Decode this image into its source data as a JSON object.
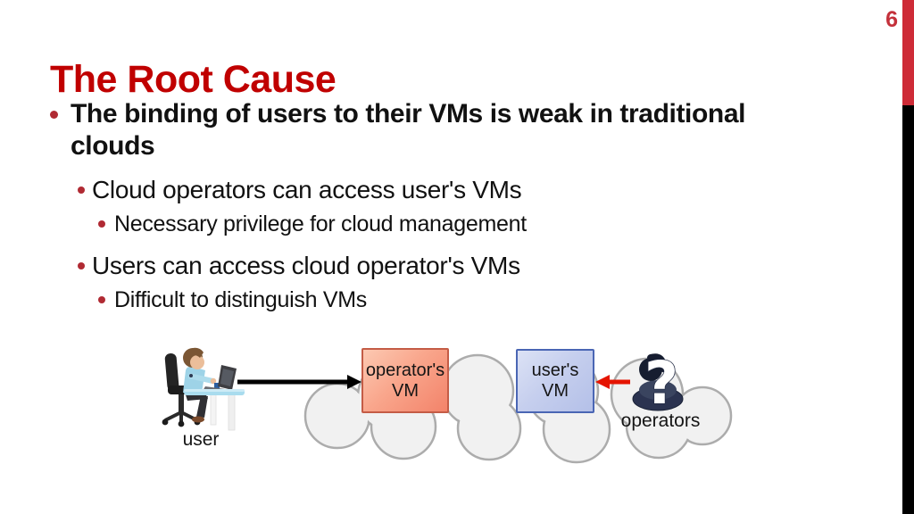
{
  "slide": {
    "page_number": "6",
    "title": "The Root Cause",
    "bullets": [
      {
        "level": 1,
        "text": "The binding of users to their VMs is weak in traditional\nclouds"
      },
      {
        "level": 2,
        "text": "Cloud operators can access user's VMs"
      },
      {
        "level": 3,
        "text": "Necessary privilege for cloud management"
      },
      {
        "level": 2,
        "text": "Users can access cloud operator's VMs"
      },
      {
        "level": 3,
        "text": "Difficult to distinguish VMs"
      }
    ],
    "diagram": {
      "user_label": "user",
      "operator_vm_label": "operator's VM",
      "user_vm_label": "user's VM",
      "operators_label": "operators",
      "question_mark": "?"
    },
    "colors": {
      "title_red": "#c00000",
      "bullet_dot_red": "#b02a33",
      "accent_bar_red": "#ce2b37",
      "accent_bar_black": "#000000",
      "page_number_red": "#c4313b",
      "operator_vm_fill": "#f79e87",
      "operator_vm_border": "#c45c46",
      "user_vm_fill": "#c6cfee",
      "user_vm_border": "#4a66b4",
      "arrow_black": "#000000",
      "arrow_red": "#e51400",
      "cloud_fill": "#f1f1f1",
      "cloud_stroke": "#acacac"
    }
  }
}
